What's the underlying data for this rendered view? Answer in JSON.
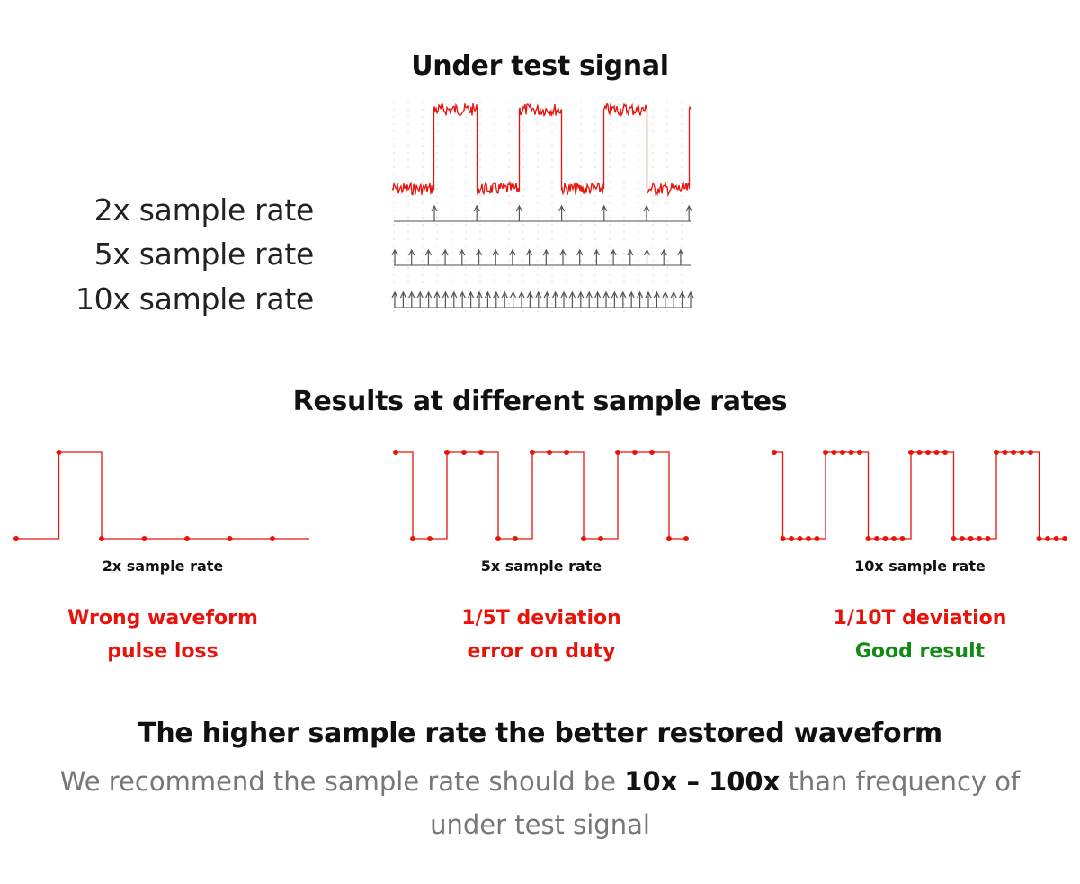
{
  "top_title": "Under test signal",
  "sample_labels": [
    "2x sample rate",
    "5x sample rate",
    "10x sample rate"
  ],
  "results_title": "Results at different sample rates",
  "panels": [
    {
      "label": "2x sample rate",
      "line1": "Wrong waveform",
      "line2": "pulse loss",
      "line2_color": "red",
      "samples_per_period": 2
    },
    {
      "label": "5x sample rate",
      "line1": "1/5T deviation",
      "line2": "error on duty",
      "line2_color": "red",
      "samples_per_period": 5
    },
    {
      "label": "10x sample rate",
      "line1": "1/10T deviation",
      "line2": "Good result",
      "line2_color": "green",
      "samples_per_period": 10
    }
  ],
  "conclusion": "The higher sample rate the better restored waveform",
  "recommend": {
    "before": "We recommend the sample rate should be ",
    "bold": "10x – 100x",
    "after": " than frequency of under test signal"
  },
  "colors": {
    "signal": "#e8140c",
    "good": "#138a13",
    "arrow": "#888888",
    "text_muted": "#777777"
  }
}
